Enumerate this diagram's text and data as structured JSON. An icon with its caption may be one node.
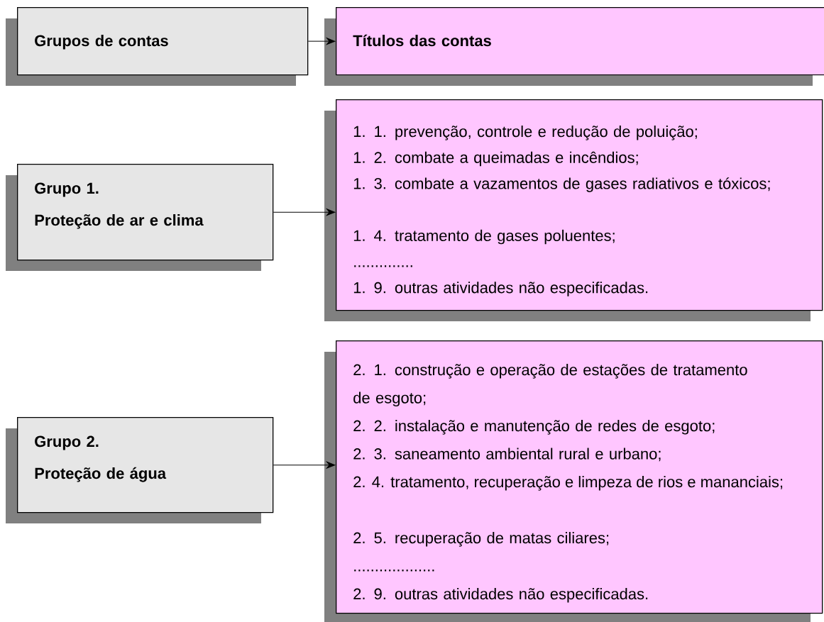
{
  "diagram": {
    "nodes": [
      {
        "text": [
          "Grupos de contas"
        ]
      },
      {
        "text": [
          "Títulos das contas"
        ]
      },
      {
        "text": [
          "Grupo 1.",
          "Proteção de ar e clima"
        ]
      },
      {
        "text": [
          "1. 1.  prevenção, controle e redução de poluição;",
          "1. 2. combate a queimadas e incêndios;",
          "1. 3. combate a vazamentos de gases radiativos e tóxicos;",
          "1. 4. tratamento de gases poluentes;",
          "..............",
          "1. 9. outras atividades não especificadas."
        ]
      },
      {
        "text": [
          "Grupo 2.",
          "Proteção de água"
        ]
      },
      {
        "text": [
          "2. 1. construção e operação de estações de tratamento de esgoto;",
          "2. 2. instalação e manutenção de redes de esgoto;",
          "2. 3. saneamento ambiental rural e urbano;",
          "2. 4. tratamento, recuperação e limpeza de rios e mananciais;",
          "2. 5. recuperação de matas ciliares;",
          "...................",
          "2. 9. outras atividades não especificadas."
        ]
      }
    ],
    "edges": [
      {
        "from": 0,
        "to": 1,
        "arrow": "to"
      },
      {
        "from": 2,
        "to": 3,
        "arrow": "to"
      },
      {
        "from": 4,
        "to": 5,
        "arrow": "to"
      }
    ]
  }
}
